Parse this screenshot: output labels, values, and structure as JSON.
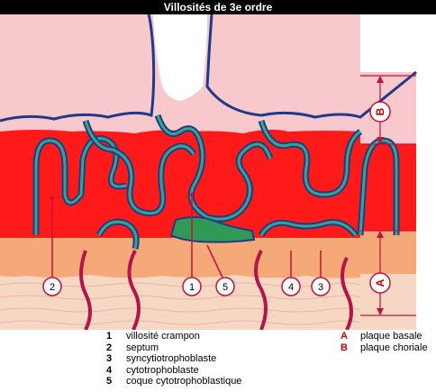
{
  "title": "Villosités de 3e ordre",
  "colors": {
    "background": "#ffffff",
    "title_bg": "#000000",
    "title_fg": "#ffffff",
    "maternal_blood": "#ff1a1a",
    "villous_tissue": "#f8c9cc",
    "decidua": "#f5a878",
    "basal_plate": "#f6d7c4",
    "membrane_blue": "#1f3a8a",
    "membrane_teal": "#3aa386",
    "shell_green": "#2f9a55",
    "vessel": "#b3154a",
    "marker_ring": "#c0123c"
  },
  "markers": {
    "m1": "1",
    "m2": "2",
    "m3": "3",
    "m4": "4",
    "m5": "5",
    "mA": "A",
    "mB": "B"
  },
  "legend": {
    "numbered": [
      {
        "key": "1",
        "label": "villosité crampon"
      },
      {
        "key": "2",
        "label": "septum"
      },
      {
        "key": "3",
        "label": "syncytiotrophoblaste"
      },
      {
        "key": "4",
        "label": "cytotrophoblaste"
      },
      {
        "key": "5",
        "label": "coque cytotrophoblastique"
      }
    ],
    "lettered": [
      {
        "key": "A",
        "label": "plaque basale"
      },
      {
        "key": "B",
        "label": "plaque choriale"
      }
    ]
  }
}
